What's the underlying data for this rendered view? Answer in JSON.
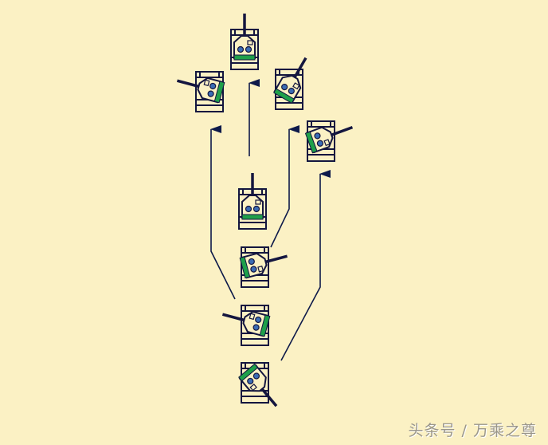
{
  "colors": {
    "background": "#fbf1c4",
    "outline": "#14163f",
    "turret_fill": "#fbf1c4",
    "rear_stripe": "#1fa04a",
    "crew_circles": "#3b6cb4",
    "arrow": "#0e1a4a"
  },
  "tanks": [
    {
      "id": "t1",
      "turret_angle": 0
    },
    {
      "id": "t2",
      "turret_angle": -75
    },
    {
      "id": "t3",
      "turret_angle": 30
    },
    {
      "id": "t4",
      "turret_angle": 70
    },
    {
      "id": "t5",
      "turret_angle": 0
    },
    {
      "id": "t6",
      "turret_angle": 75
    },
    {
      "id": "t7",
      "turret_angle": -75
    },
    {
      "id": "t8",
      "turret_angle": 140
    }
  ],
  "watermark": "头条号 / 万乘之尊"
}
